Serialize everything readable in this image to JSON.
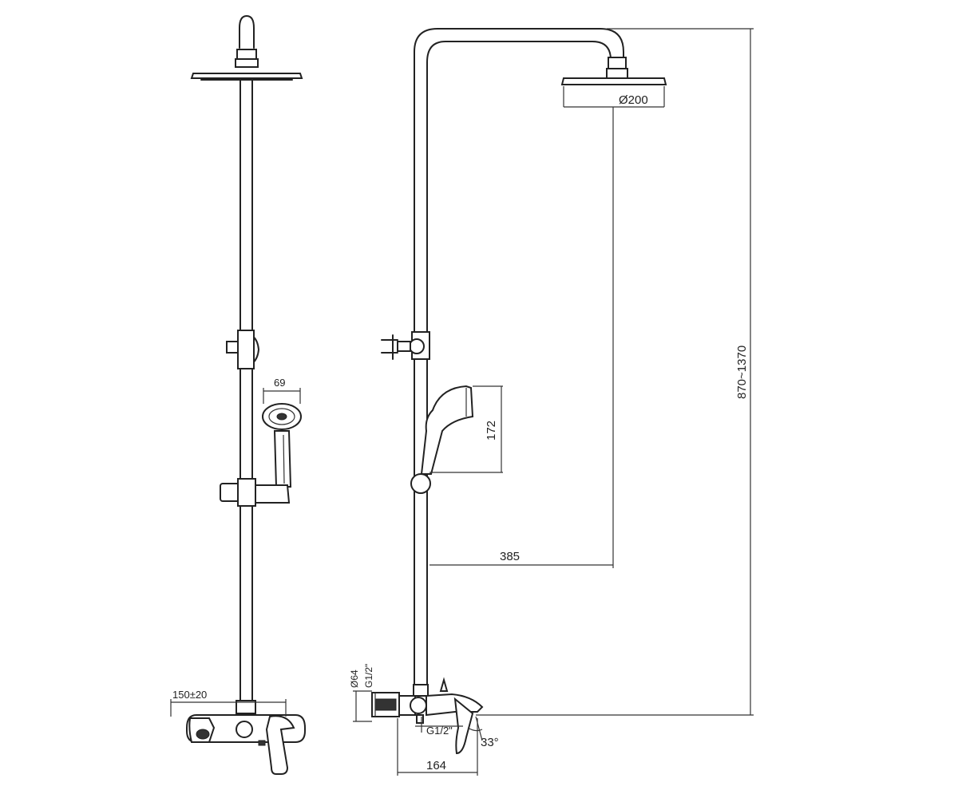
{
  "labels": {
    "handshower_width": "69",
    "mixer_centers": "150±20",
    "head_diameter": "Ø200",
    "handshower_height": "172",
    "arm_projection": "385",
    "overall_height": "870~1370",
    "inlet_diameter": "Ø64",
    "inlet_thread": "G1/2\"",
    "outlet_thread": "G1/2\"",
    "spout_angle": "33°",
    "mixer_depth": "164"
  }
}
